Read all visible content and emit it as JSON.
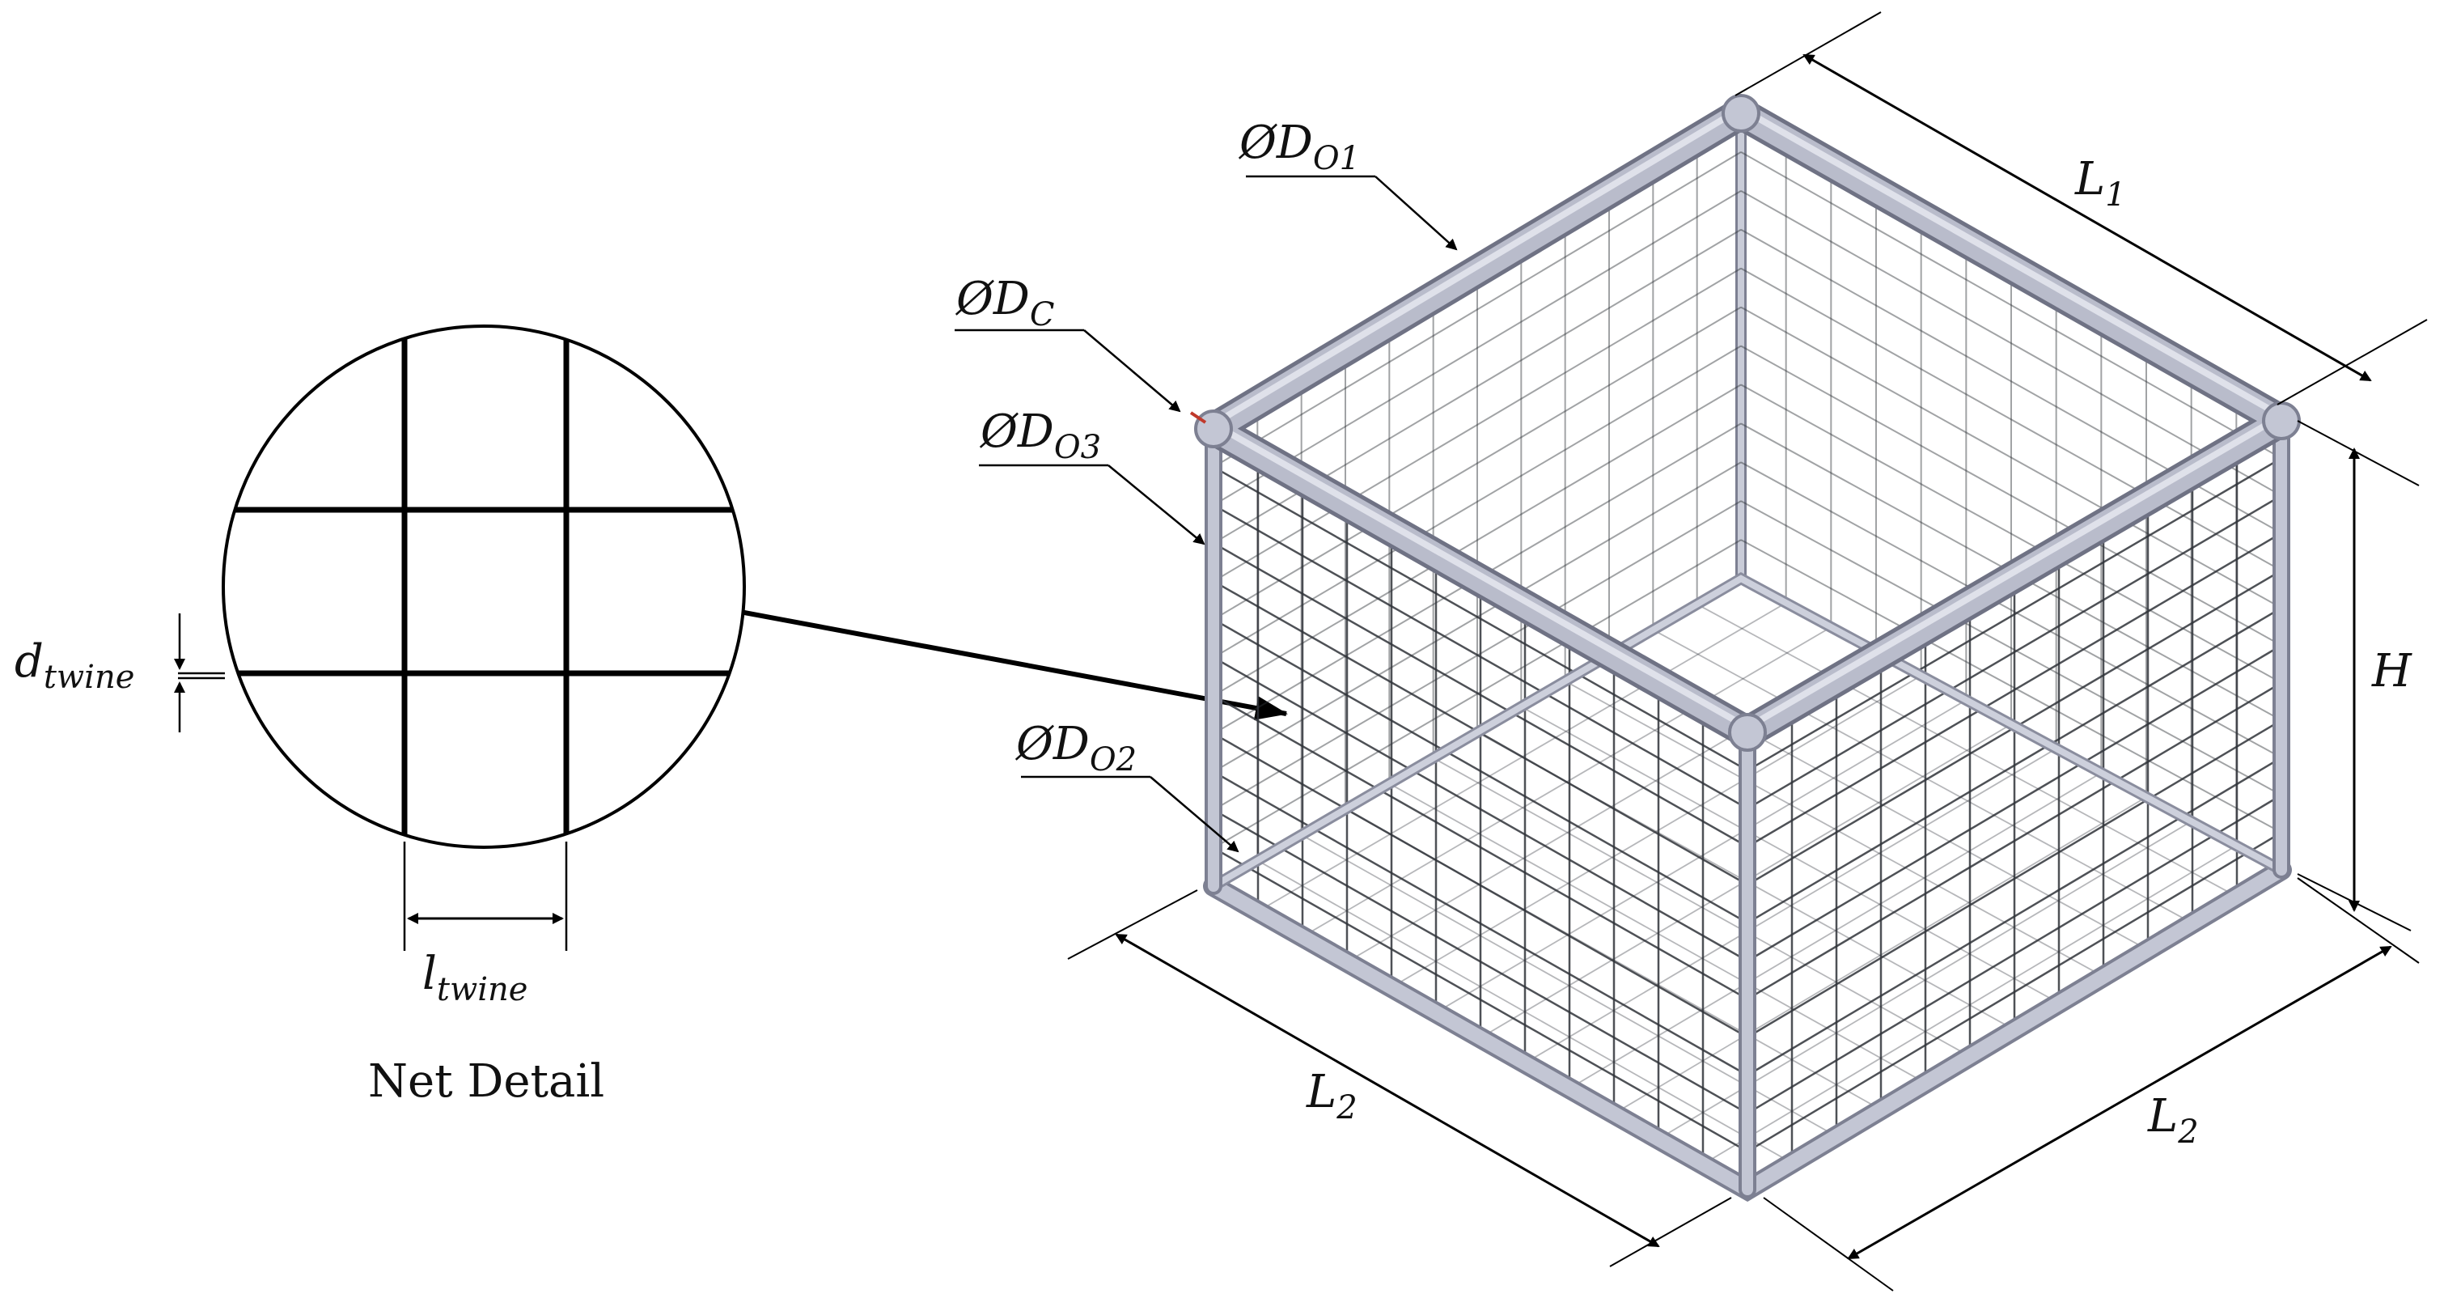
{
  "diagram": {
    "labels": {
      "do1": {
        "prefix": "ØD",
        "sub": "O1"
      },
      "dc": {
        "prefix": "ØD",
        "sub": "C"
      },
      "do3": {
        "prefix": "ØD",
        "sub": "O3"
      },
      "do2": {
        "prefix": "ØD",
        "sub": "O2"
      },
      "l1": {
        "main": "L",
        "sub": "1"
      },
      "l2_left": {
        "main": "L",
        "sub": "2"
      },
      "l2_right": {
        "main": "L",
        "sub": "2"
      },
      "h": {
        "main": "H"
      },
      "dtwine": {
        "main": "d",
        "sub": "twine"
      },
      "ltwine": {
        "main": "l",
        "sub": "twine"
      }
    },
    "detail_caption": "Net Detail",
    "colors": {
      "frame_fill": "#b9bccb",
      "frame_edge": "#7d8092",
      "mesh": "#2f3238",
      "ink": "#000000",
      "accent_red": "#c0392b"
    }
  }
}
